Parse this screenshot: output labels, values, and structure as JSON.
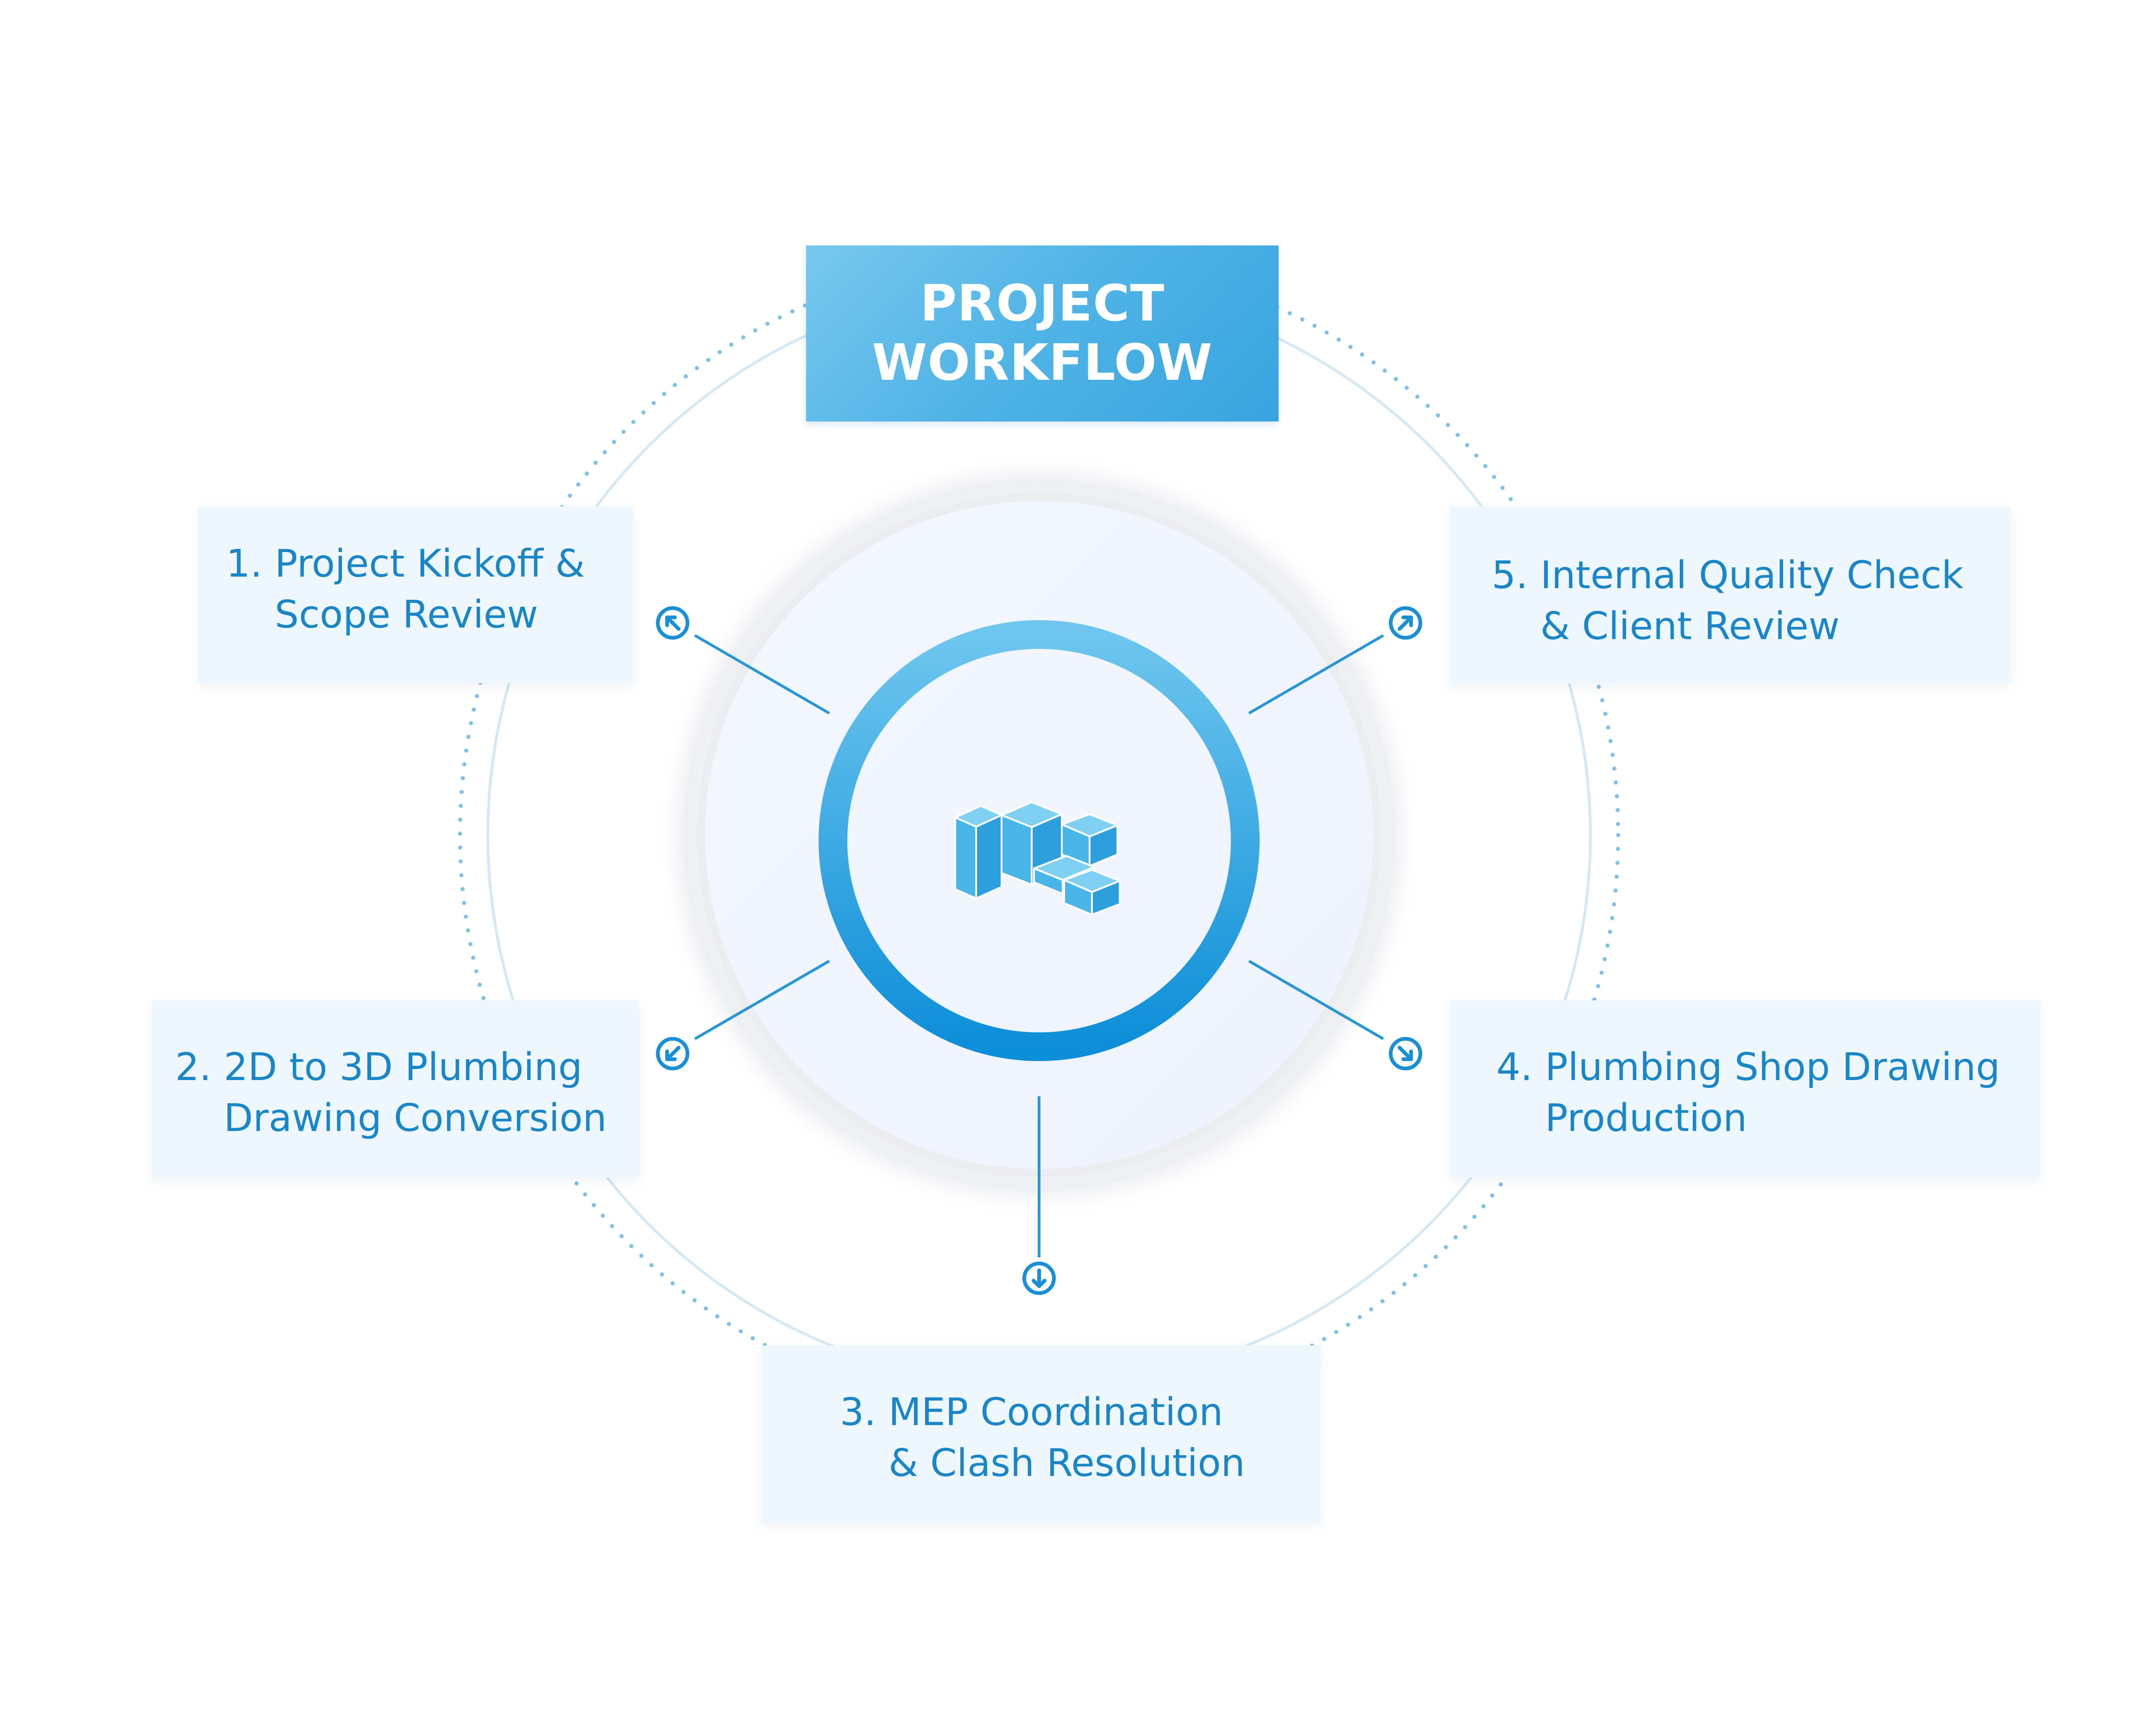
{
  "diagram": {
    "title_lines": [
      "PROJECT",
      "WORKFLOW"
    ],
    "steps": [
      {
        "number": "1.",
        "lines": [
          "Project Kickoff &",
          "Scope Review"
        ],
        "arrow": "up-left"
      },
      {
        "number": "2.",
        "lines": [
          "2D to 3D Plumbing",
          "Drawing Conversion"
        ],
        "arrow": "down-left"
      },
      {
        "number": "3.",
        "lines": [
          "MEP Coordination",
          "& Clash Resolution"
        ],
        "arrow": "down"
      },
      {
        "number": "4.",
        "lines": [
          "Plumbing Shop Drawing",
          "Production"
        ],
        "arrow": "down-right"
      },
      {
        "number": "5.",
        "lines": [
          "Internal Quality Check",
          "& Client Review"
        ],
        "arrow": "up-right"
      }
    ],
    "center_icon": "isometric-buildings-icon",
    "colors": {
      "accent": "#1a8fd6",
      "ring_light": "#6cc4ee",
      "ring_dark": "#0d8ed8",
      "box_fill": "#edf7fd",
      "text": "#1a85c7",
      "orbit": "#d6e8f3",
      "dots": "#7fc1e8"
    }
  }
}
